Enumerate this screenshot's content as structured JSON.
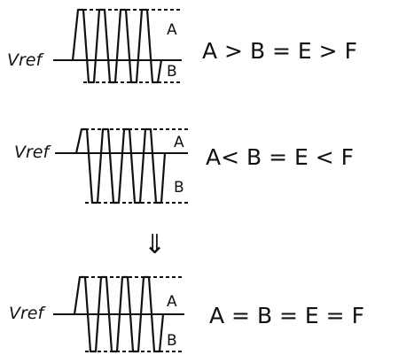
{
  "colors": {
    "ink": "#111111",
    "paper": "#ffffff"
  },
  "panels": [
    {
      "vref_label": "Vref",
      "upper_label": "A",
      "lower_label": "B",
      "relation": "A > B =  E  > F"
    },
    {
      "vref_label": "Vref",
      "upper_label": "A",
      "lower_label": "B",
      "relation": "A< B =  E  < F"
    },
    {
      "vref_label": "Vref",
      "upper_label": "A",
      "lower_label": "B",
      "relation": "A = B  =  E = F"
    }
  ],
  "transition_arrow": "⇓"
}
